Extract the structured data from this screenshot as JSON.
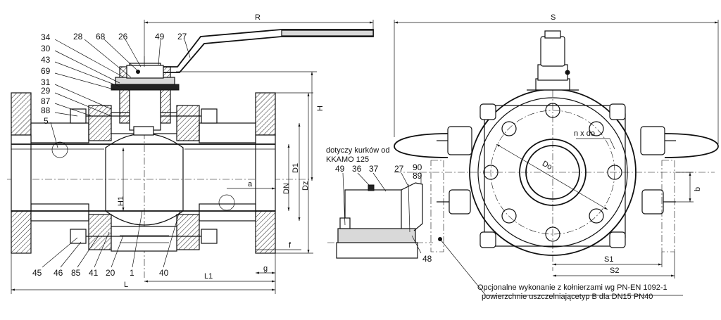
{
  "left_view": {
    "top_labels": [
      "34",
      "30",
      "43",
      "69",
      "31",
      "29",
      "87",
      "88",
      "5"
    ],
    "header_labels": [
      "28",
      "68",
      "26",
      "49",
      "27"
    ],
    "bottom_labels": [
      "45",
      "46",
      "85",
      "41",
      "20",
      "1",
      "40"
    ],
    "dims": {
      "R": "R",
      "H": "H",
      "H1": "H1",
      "D1": "D1",
      "DN": "DN",
      "Dz": "Dz",
      "a": "a",
      "f": "f",
      "g": "g",
      "L": "L",
      "L1": "L1"
    }
  },
  "mid_view": {
    "note_line1": "dotyczy kurków od",
    "note_line2": "KKAMO 125",
    "labels": [
      "49",
      "36",
      "37",
      "27",
      "90",
      "89",
      "48"
    ]
  },
  "right_view": {
    "dims": {
      "S": "S",
      "S1": "S1",
      "S2": "S2",
      "b": "b",
      "Do": "Do",
      "nxdo": "n x do"
    },
    "footnote_line1": "Opcjonalne wykonanie z kołnierzami  wg PN-EN 1092-1",
    "footnote_line2": "powierzchnie  uszczelniającetyp B dla DN15 PN40"
  }
}
